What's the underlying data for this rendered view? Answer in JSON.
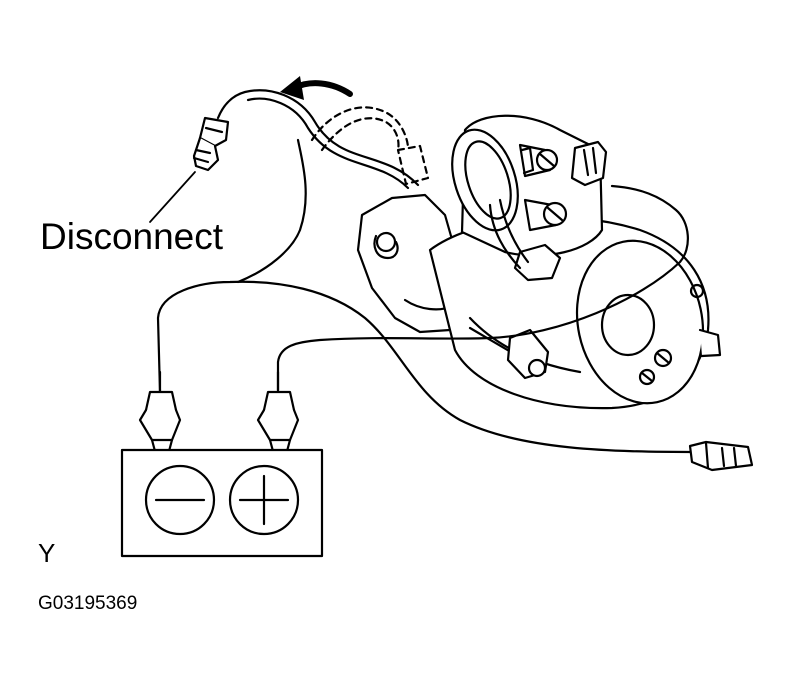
{
  "diagram": {
    "callout": "Disconnect",
    "view_letter": "Y",
    "figure_code": "G03195369"
  },
  "icons": {
    "negative_terminal": "minus-sign-icon",
    "positive_terminal": "plus-sign-icon",
    "direction_arrow": "curved-arrow-icon"
  },
  "colors": {
    "line": "#000000",
    "background": "#ffffff"
  }
}
